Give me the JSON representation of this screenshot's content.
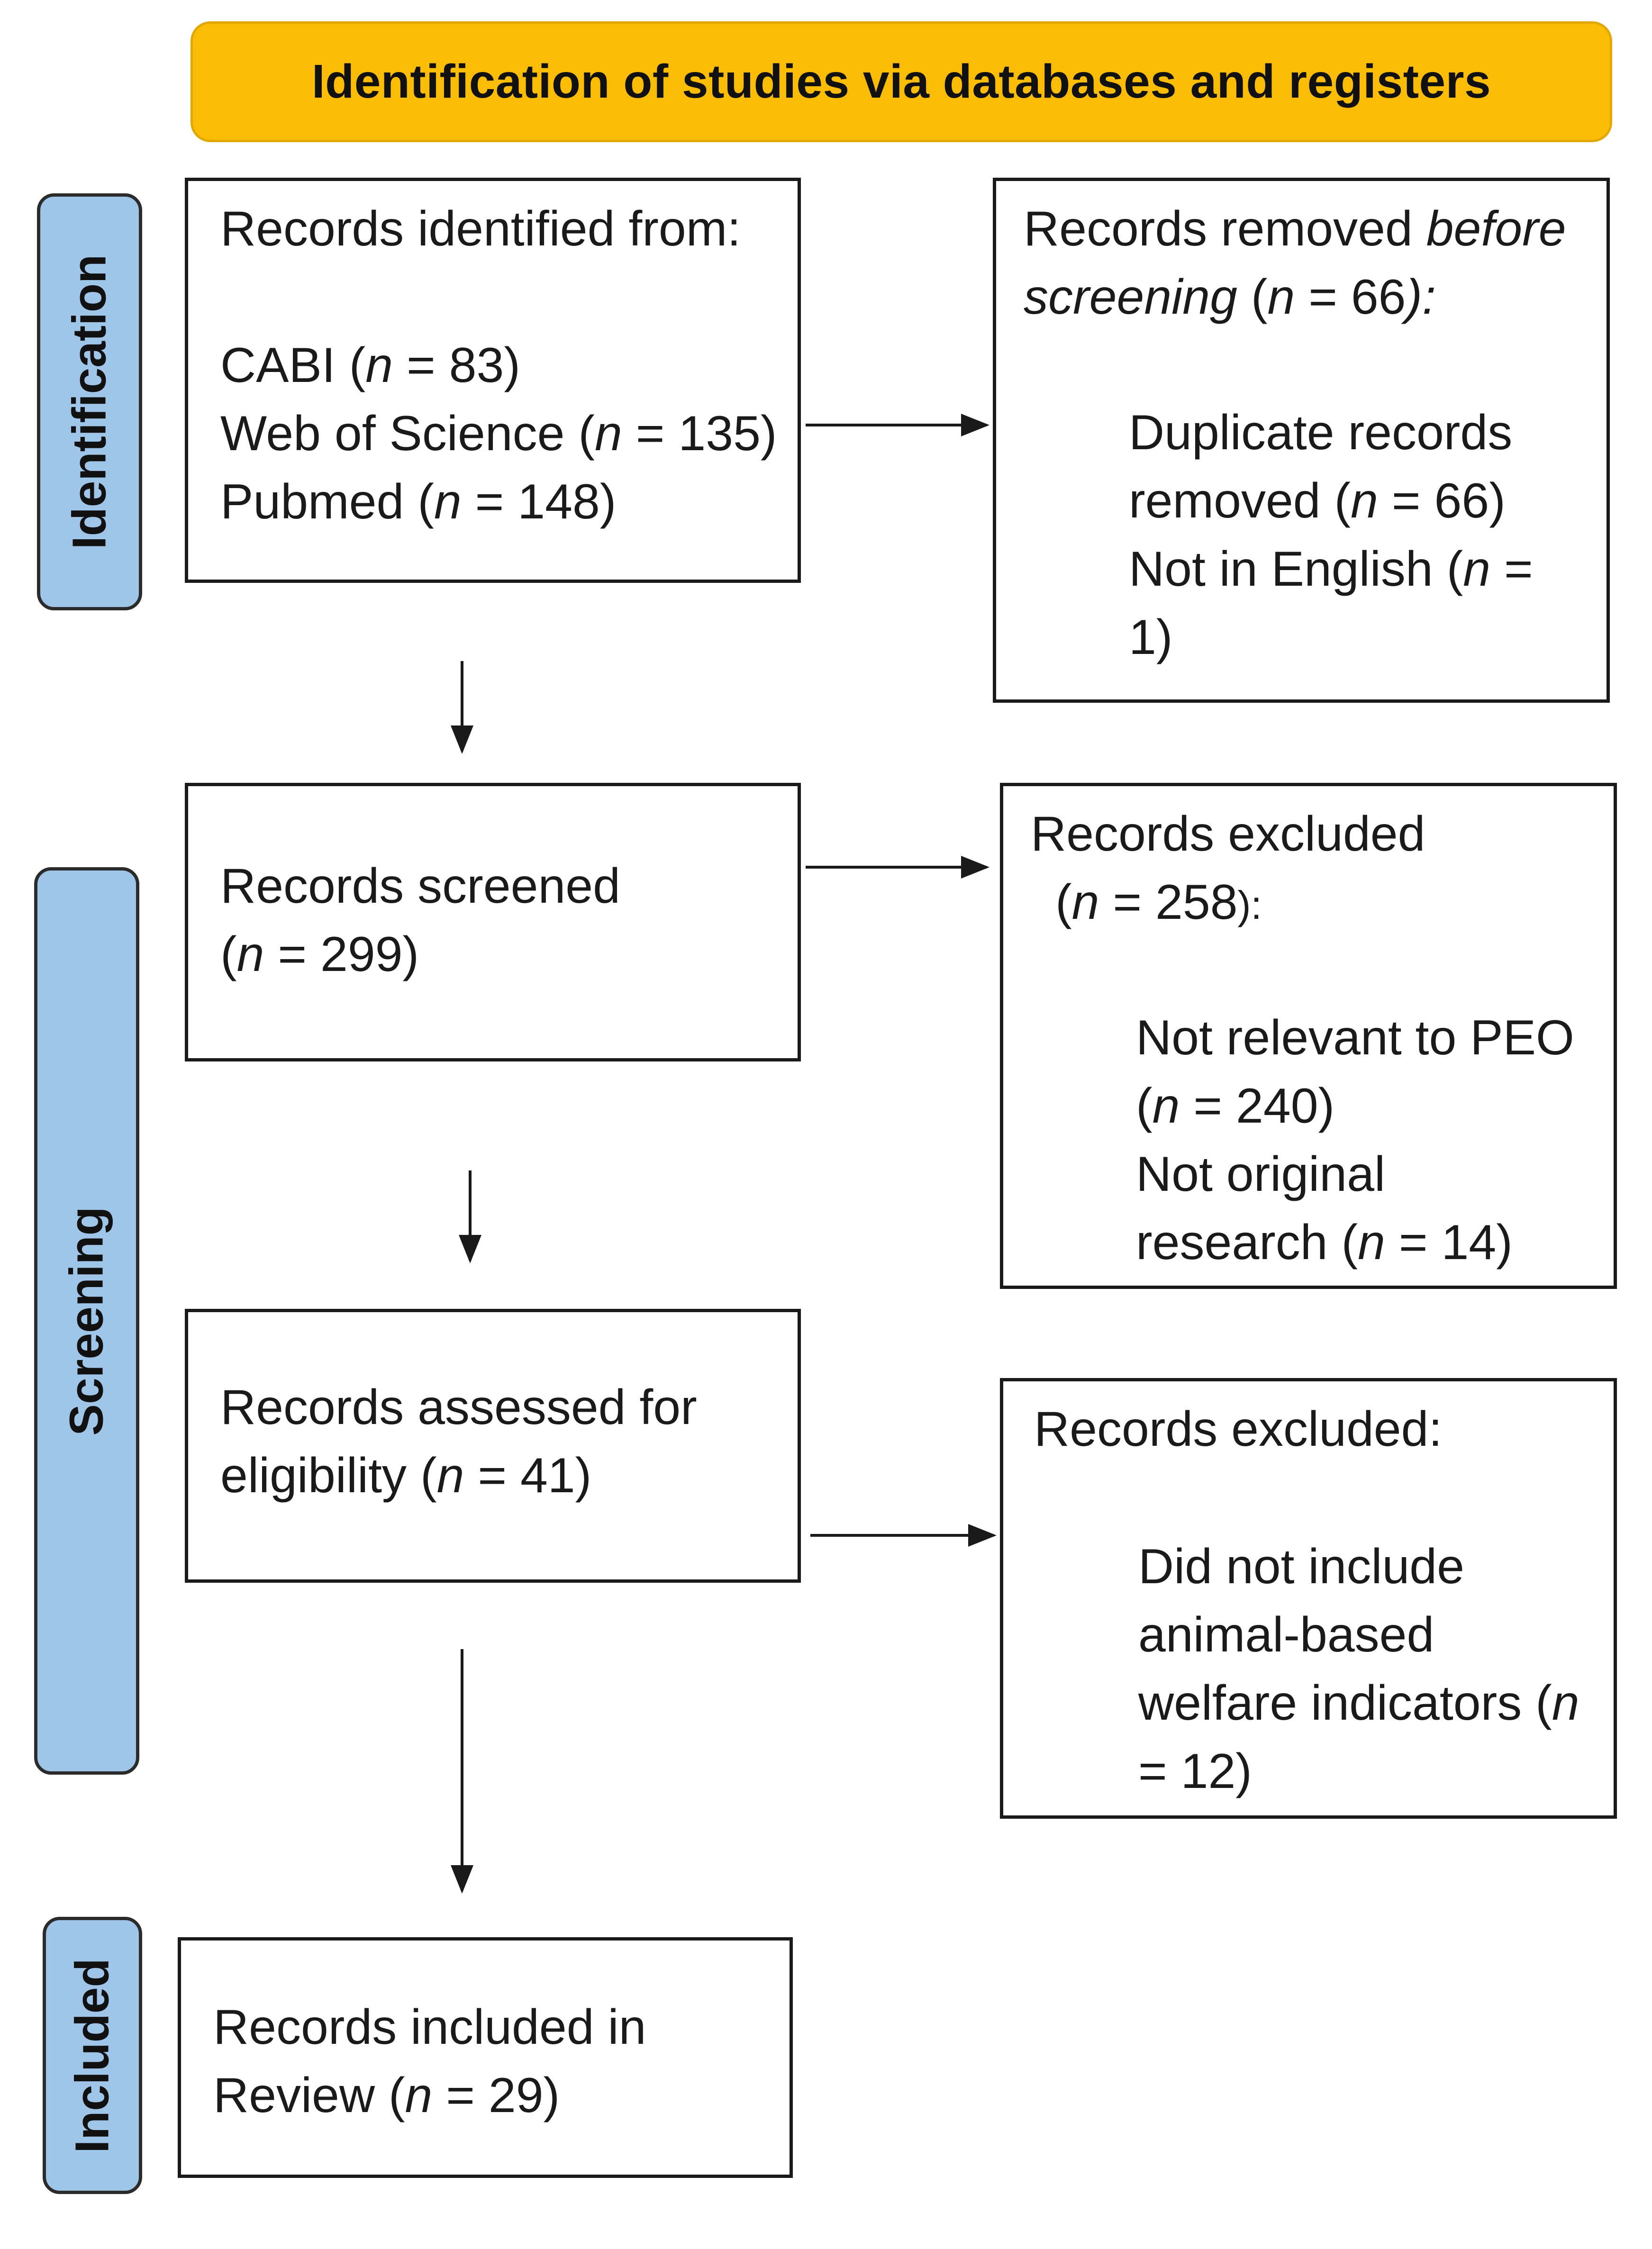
{
  "header": {
    "title": "Identification of studies via databases and registers"
  },
  "phases": {
    "identification": "Identification",
    "screening": "Screening",
    "included": "Included"
  },
  "identified": {
    "heading": "Records identified from:",
    "sources": [
      {
        "name": "CABI (",
        "n": "n",
        "rest": " = 83)"
      },
      {
        "name": "Web of Science (",
        "n": "n",
        "rest": " = 135)"
      },
      {
        "name": "Pubmed (",
        "n": "n",
        "rest": " = 148)"
      }
    ]
  },
  "removed": {
    "line1_a": "Records removed ",
    "line1_b": "before",
    "line2_a": "screening",
    "line2_b": " (",
    "line2_c": "n",
    "line2_d": " = 66",
    "line2_e": "):",
    "items": [
      {
        "l1": "Duplicate records",
        "l2a": "removed (",
        "l2n": "n",
        "l2b": " = 66)"
      },
      {
        "l1a": "Not in English (",
        "l1n": "n",
        "l1b": " =",
        "l2": "1)"
      }
    ]
  },
  "screened": {
    "label": "Records screened",
    "pre": "(",
    "n": "n",
    "post": " = 299)"
  },
  "excluded1": {
    "heading": "Records excluded",
    "count_pre": "(",
    "count_n": "n",
    "count_post": " = 258",
    "count_tail": "):",
    "items": [
      {
        "l1": "Not relevant to PEO",
        "l2a": "(",
        "l2n": "n",
        "l2b": " = 240)"
      },
      {
        "l1": "Not original",
        "l2a": "research (",
        "l2n": "n",
        "l2b": " = 14)"
      }
    ]
  },
  "assessed": {
    "l1": "Records assessed for",
    "l2a": "eligibility (",
    "l2n": "n",
    "l2b": " = 41)"
  },
  "excluded2": {
    "heading": "Records excluded:",
    "l1": "Did not include",
    "l2": "animal-based",
    "l3a": "welfare indicators (",
    "l3n": "n",
    "l4": "= 12)"
  },
  "included": {
    "l1": "Records included in",
    "l2a": "Review (",
    "l2n": "n",
    "l2b": " = 29)"
  }
}
